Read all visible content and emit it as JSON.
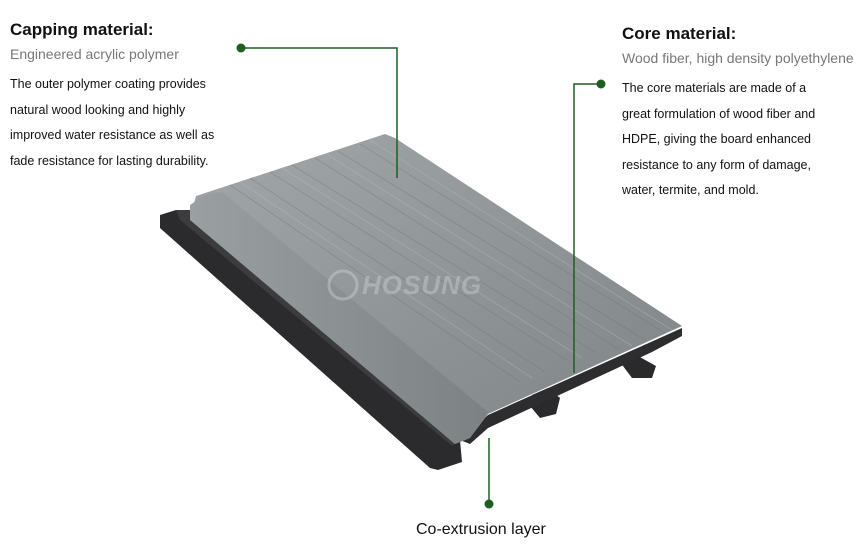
{
  "capping": {
    "title": "Capping material:",
    "subtitle": "Engineered acrylic polymer",
    "body": [
      "The outer polymer coating provides",
      "natural wood looking and highly",
      "improved water resistance as well as",
      "fade resistance for lasting durability."
    ]
  },
  "core": {
    "title": "Core material:",
    "subtitle": "Wood fiber, high density polyethylene",
    "body": [
      "The core materials are made of a",
      "great formulation of wood fiber and",
      "HDPE, giving the board enhanced",
      "resistance to any form of damage,",
      "water, termite, and mold."
    ]
  },
  "coextrusion": {
    "label": "Co-extrusion layer"
  },
  "watermark": {
    "text": "HOSUNG"
  },
  "colors": {
    "accent": "#1f5e22",
    "board_top": "#8d9395",
    "board_core": "#2b2b2d"
  }
}
